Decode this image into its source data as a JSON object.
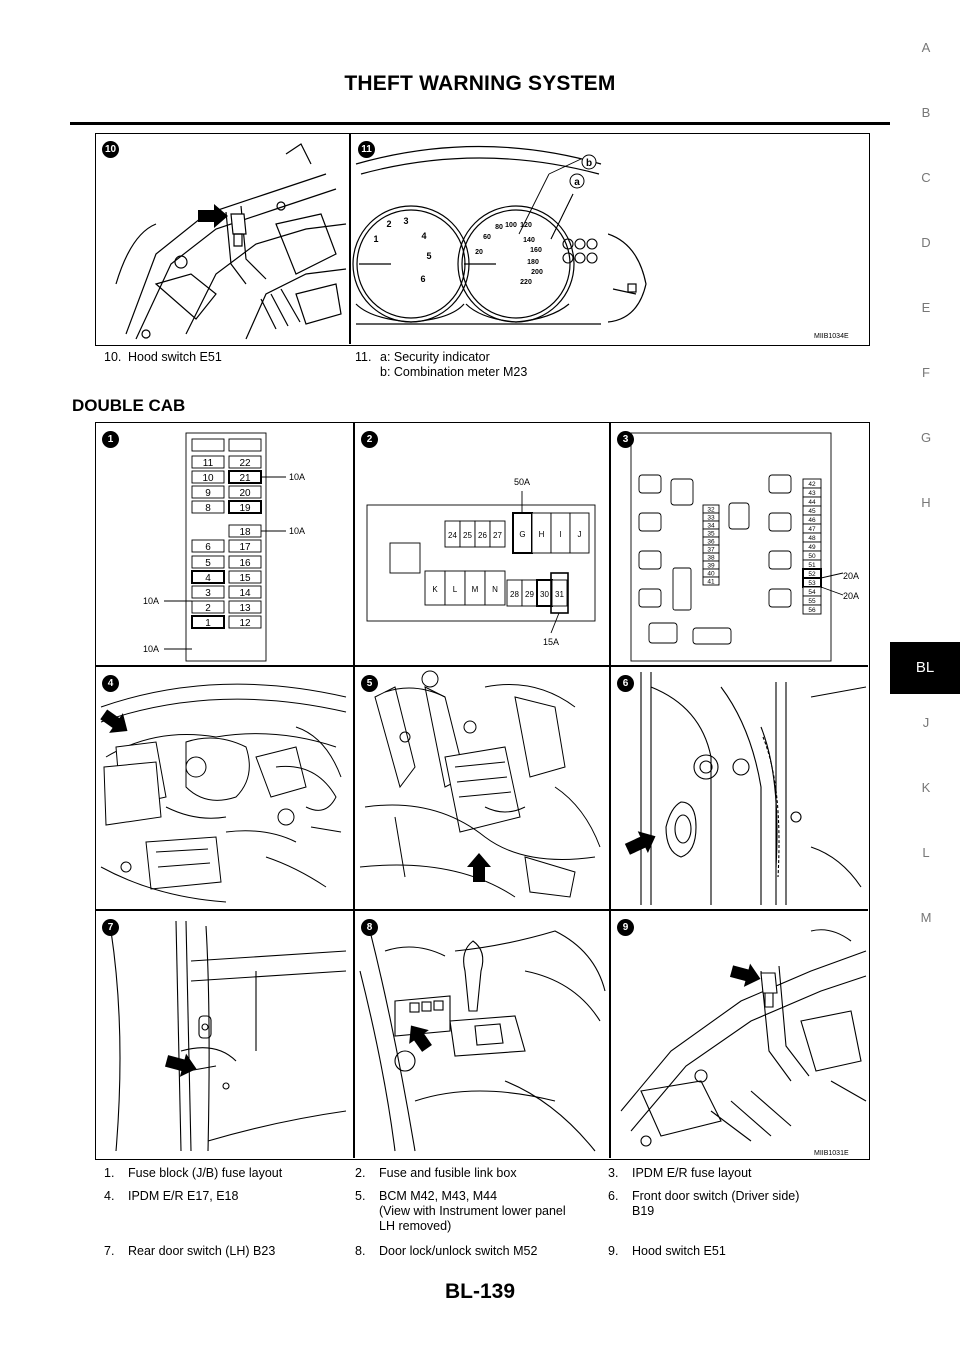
{
  "header": {
    "title": "THEFT WARNING SYSTEM"
  },
  "side_index": {
    "letters": [
      "A",
      "B",
      "C",
      "D",
      "E",
      "F",
      "G",
      "H",
      "BL",
      "J",
      "K",
      "L",
      "M"
    ],
    "active": "BL"
  },
  "top_figure": {
    "image_code": "MIIB1034E",
    "panels": [
      {
        "number": "10"
      },
      {
        "number": "11",
        "labels": {
          "a": "a",
          "b": "b"
        },
        "gauge_numbers": [
          "1",
          "2",
          "3",
          "4",
          "5",
          "6",
          "20",
          "60",
          "80",
          "100",
          "120",
          "140",
          "160",
          "180",
          "200",
          "220"
        ]
      }
    ],
    "captions": [
      {
        "num": "10.",
        "text": "Hood switch E51"
      },
      {
        "num": "11.",
        "text": "a: Security indicator\nb: Combination meter M23"
      }
    ]
  },
  "section": {
    "heading": "DOUBLE CAB"
  },
  "bottom_figure": {
    "image_code": "MIIB1031E",
    "panel_numbers": [
      "1",
      "2",
      "3",
      "4",
      "5",
      "6",
      "7",
      "8",
      "9"
    ],
    "fuse_block": {
      "left_col": [
        "11",
        "10",
        "9",
        "8",
        "7",
        "6",
        "5",
        "4",
        "3",
        "2",
        "1"
      ],
      "right_col": [
        "22",
        "21",
        "20",
        "19",
        "18",
        "17",
        "16",
        "15",
        "14",
        "13",
        "12"
      ],
      "callouts": {
        "r21": "10A",
        "r19": "10A",
        "l4": "10A",
        "l1": "10A"
      }
    },
    "link_box": {
      "top_row": [
        "24",
        "25",
        "26",
        "27"
      ],
      "top_letters": [
        "G",
        "H",
        "I",
        "J"
      ],
      "bottom_letters": [
        "K",
        "L",
        "M",
        "N"
      ],
      "bottom_row": [
        "28",
        "29",
        "30",
        "31"
      ],
      "callout_top": "50A",
      "callout_bottom": "15A"
    },
    "ipdm": {
      "mid_col": [
        "32",
        "33",
        "34",
        "35",
        "36",
        "37",
        "38",
        "39",
        "40",
        "41"
      ],
      "right_col": [
        "42",
        "43",
        "44",
        "45",
        "46",
        "47",
        "48",
        "49",
        "50",
        "51",
        "52",
        "53",
        "54",
        "55",
        "56"
      ],
      "callout_52": "20A",
      "callout_53": "20A"
    },
    "captions": [
      {
        "num": "1.",
        "text": "Fuse block (J/B) fuse layout"
      },
      {
        "num": "2.",
        "text": "Fuse and fusible link box"
      },
      {
        "num": "3.",
        "text": "IPDM E/R fuse layout"
      },
      {
        "num": "4.",
        "text": "IPDM E/R E17, E18"
      },
      {
        "num": "5.",
        "text": "BCM M42, M43, M44\n(View with Instrument lower panel\nLH removed)"
      },
      {
        "num": "6.",
        "text": "Front door switch (Driver side)\nB19"
      },
      {
        "num": "7.",
        "text": "Rear door switch (LH) B23"
      },
      {
        "num": "8.",
        "text": "Door lock/unlock switch M52"
      },
      {
        "num": "9.",
        "text": "Hood switch E51"
      }
    ]
  },
  "footer": {
    "page_number": "BL-139"
  }
}
